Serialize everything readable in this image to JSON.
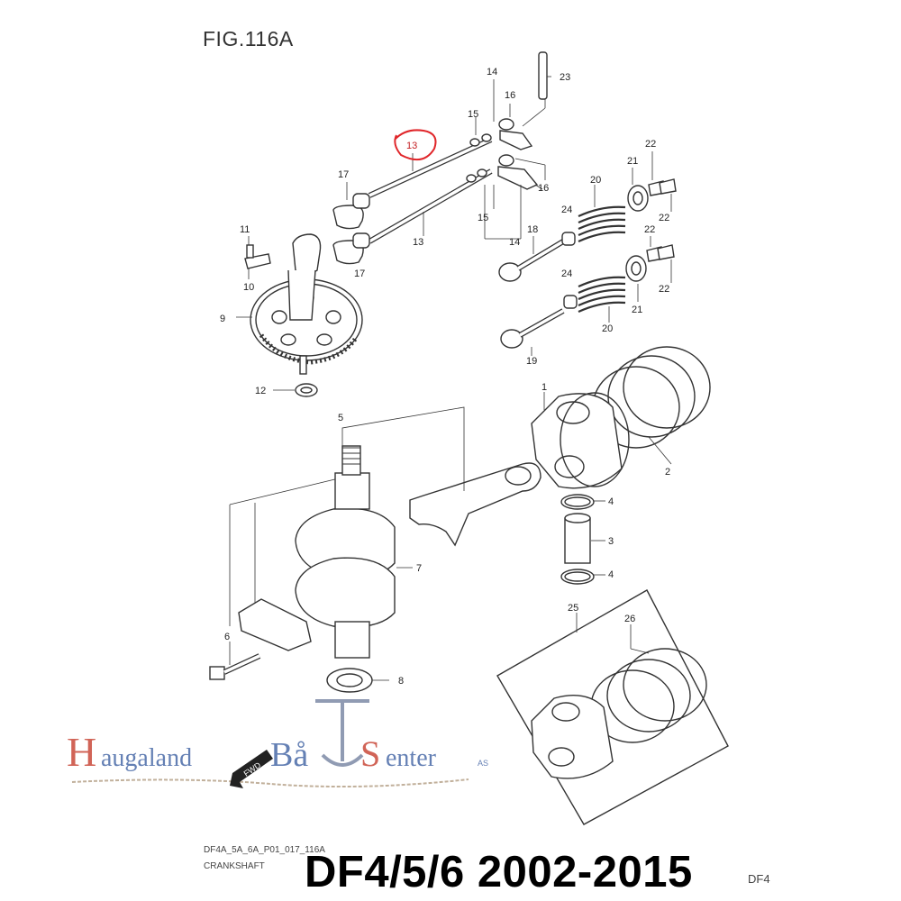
{
  "figure": {
    "title": "FIG.116A",
    "code": "DF4A_5A_6A_P01_017_116A",
    "name": "CRANKSHAFT",
    "cut_text": "DF4"
  },
  "caption": "DF4/5/6 2002-2015",
  "watermark": {
    "logo_text": "Haugaland Båt Senter AS",
    "arrow_text": "FWD"
  },
  "highlight": {
    "part_number": "13",
    "color": "#e0262a"
  },
  "part_numbers": [
    "1",
    "2",
    "3",
    "4",
    "4",
    "5",
    "6",
    "7",
    "8",
    "9",
    "10",
    "11",
    "12",
    "13",
    "13",
    "14",
    "14",
    "15",
    "15",
    "16",
    "16",
    "17",
    "17",
    "18",
    "19",
    "20",
    "20",
    "21",
    "21",
    "22",
    "22",
    "22",
    "22",
    "23",
    "24",
    "24",
    "25",
    "26"
  ],
  "colors": {
    "line": "#333333",
    "highlight": "#e0262a",
    "logo_red": "#c94a3a",
    "logo_blue": "#4a6aa8"
  }
}
